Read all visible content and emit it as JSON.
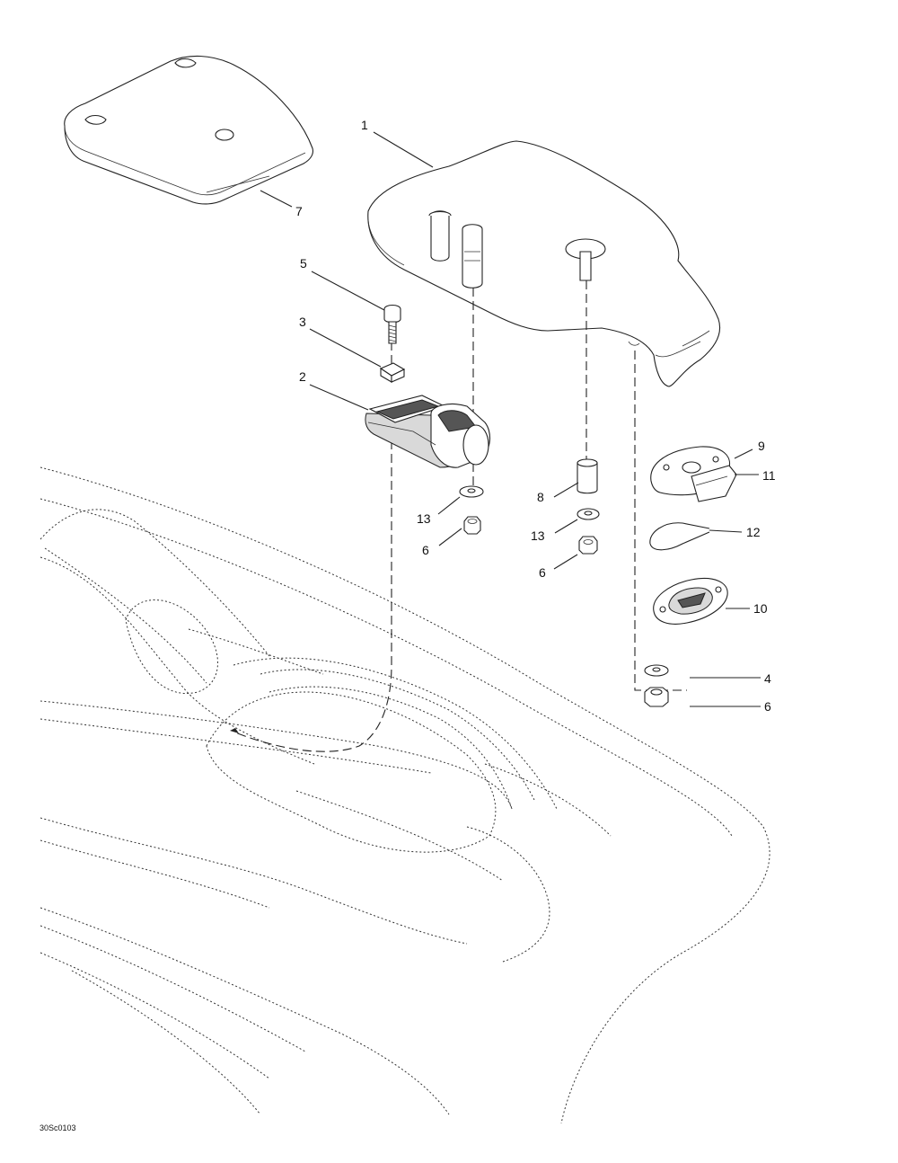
{
  "callouts": {
    "c1": "1",
    "c2": "2",
    "c3": "3",
    "c4": "4",
    "c5": "5",
    "c6a": "6",
    "c6b": "6",
    "c6c": "6",
    "c7": "7",
    "c8": "8",
    "c9": "9",
    "c10": "10",
    "c11": "11",
    "c12": "12",
    "c13a": "13",
    "c13b": "13"
  },
  "figure_code": "30Sc0103"
}
